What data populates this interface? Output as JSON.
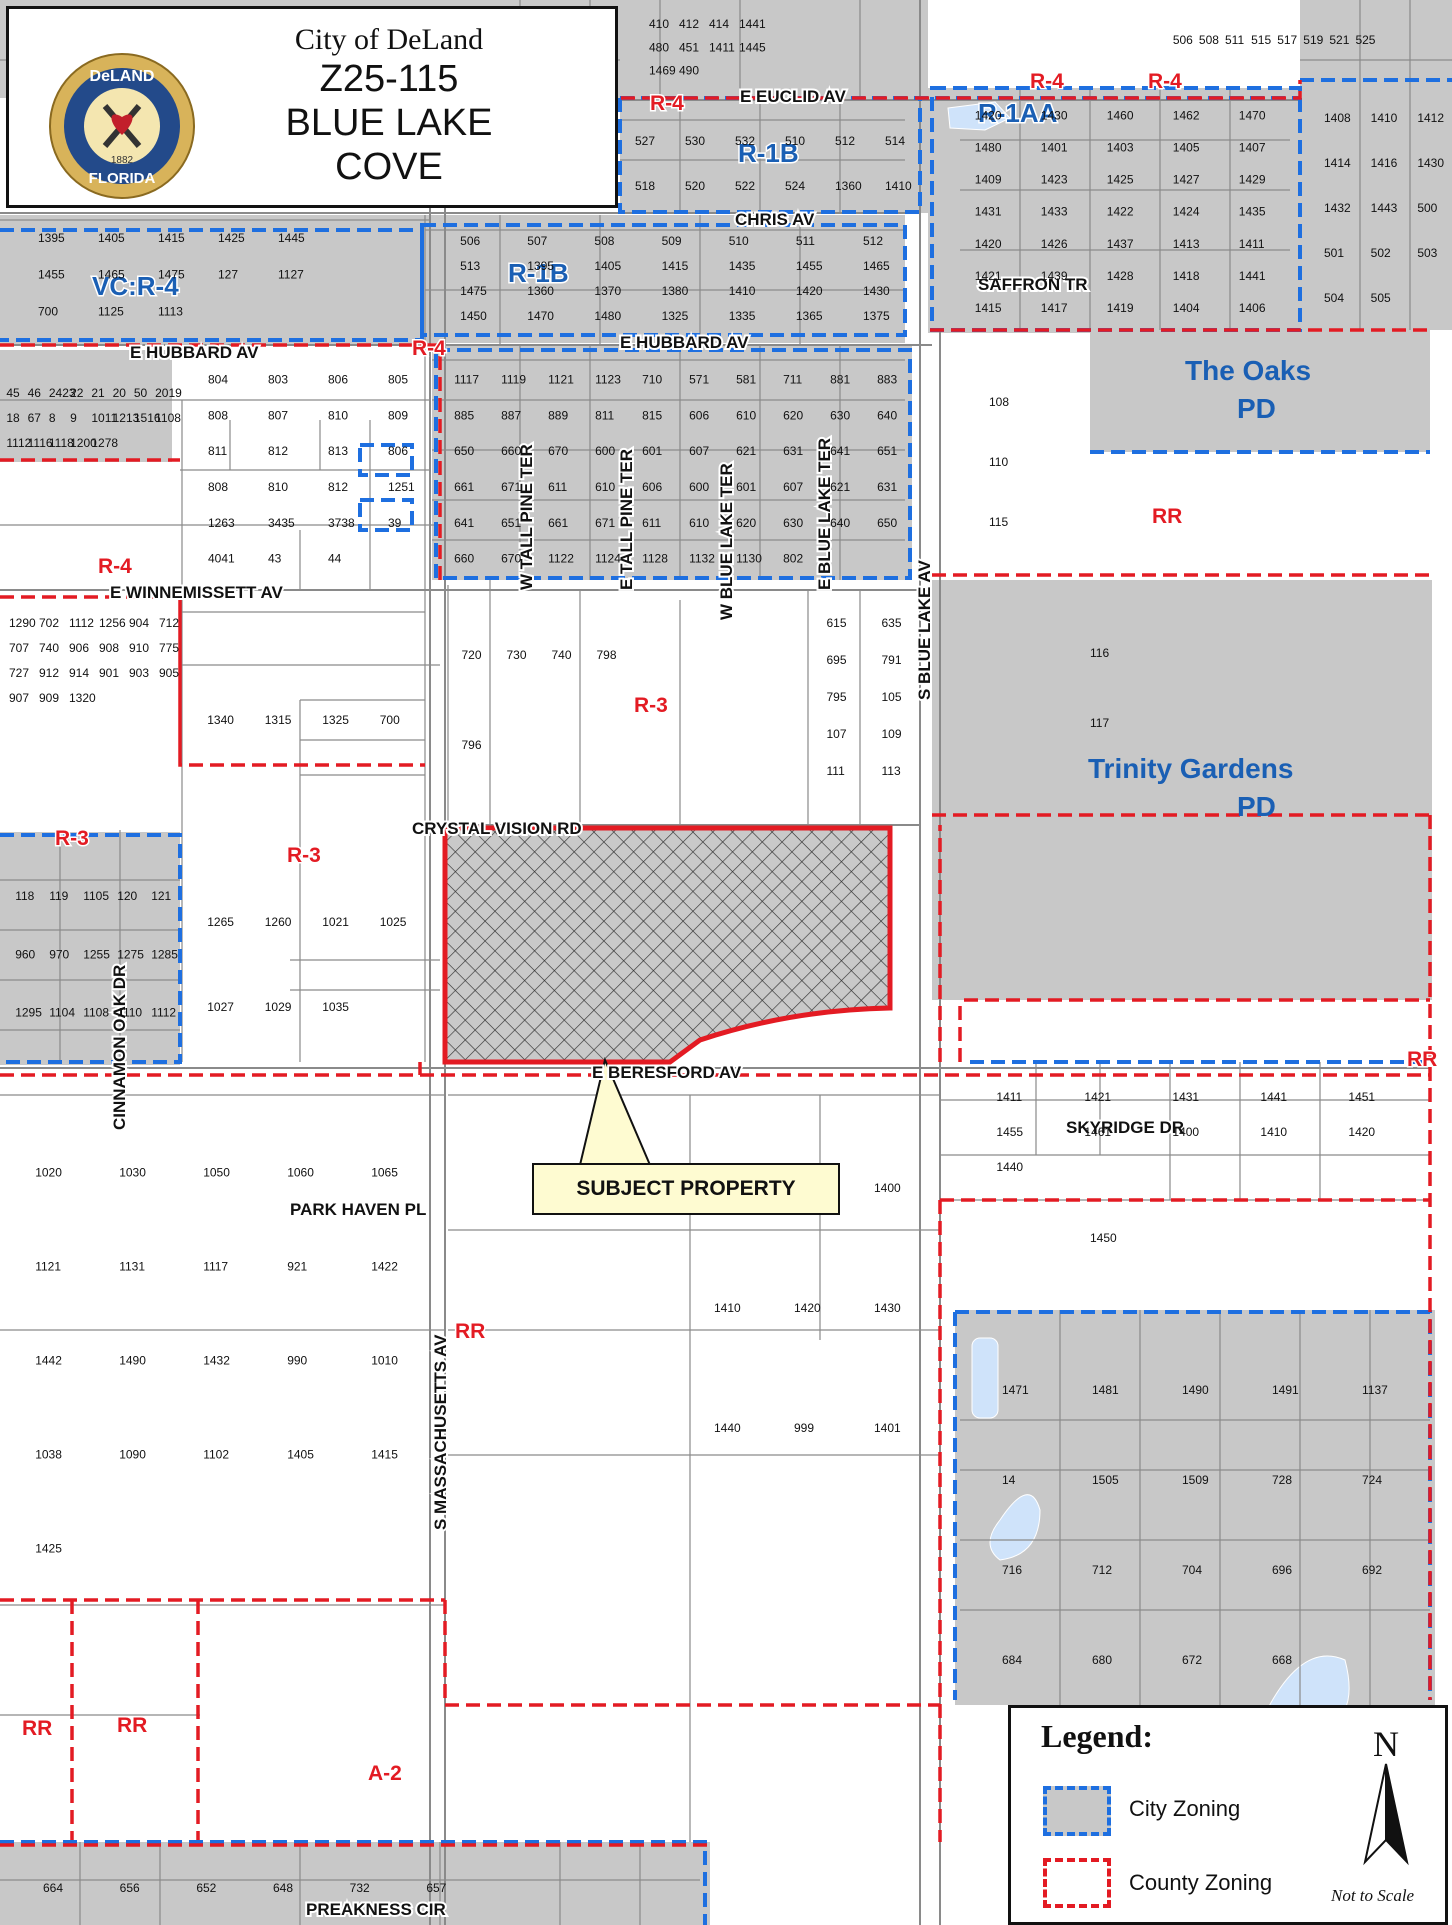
{
  "title": {
    "seal": {
      "name": "DeLAND",
      "state": "FLORIDA",
      "year": "1882"
    },
    "city": "City of DeLand",
    "case_number": "Z25-115",
    "project_line1": "BLUE LAKE",
    "project_line2": "COVE"
  },
  "callout": {
    "label": "SUBJECT PROPERTY"
  },
  "legend": {
    "title": "Legend:",
    "items": [
      {
        "label": "City Zoning",
        "fill": "#c8c8c8",
        "border": "#1e6fe0"
      },
      {
        "label": "County Zoning",
        "fill": "#ffffff",
        "border": "#e31b23"
      }
    ],
    "north_letter": "N",
    "scale_note": "Not to Scale"
  },
  "colors": {
    "city_zoning": "#1e6fe0",
    "county_zoning": "#e31b23",
    "parcel_gray": "#c8c8c8",
    "subject_outline": "#e31b23",
    "water": "#cfe3fa"
  },
  "roads": {
    "euclid": "E EUCLID AV",
    "chris": "CHRIS AV",
    "saffron": "SAFFRON TR",
    "hubbard_w": "E HUBBARD AV",
    "hubbard_e": "E HUBBARD AV",
    "winnemissett": "E WINNEMISSETT AV",
    "crystal_vision": "CRYSTAL VISION RD",
    "beresford": "E BERESFORD AV",
    "skyridge": "SKYRIDGE DR",
    "park_haven": "PARK HAVEN PL",
    "preakness": "PREAKNESS CIR",
    "w_tall_pine": "W TALL PINE TER",
    "e_tall_pine": "E TALL PINE TER",
    "w_blue_lake": "W BLUE LAKE TER",
    "e_blue_lake": "E BLUE LAKE TER",
    "s_blue_lake": "S BLUE LAKE AV",
    "massachusetts": "S MASSACHUSETTS AV",
    "cinnamon_oak": "CINNAMON OAK DR"
  },
  "zoning_labels": {
    "r4_euclid": "R-4",
    "r4_top1": "R-4",
    "r4_top2": "R-4",
    "r1aa": "R-1AA",
    "r1b_top": "R-1B",
    "r1b_mid": "R-1B",
    "vc_r4": "VC:R-4",
    "r4_hubbard": "R-4",
    "r4_west": "R-4",
    "oaks_pd_1": "The Oaks",
    "oaks_pd_2": "PD",
    "rr_east": "RR",
    "r3_center": "R-3",
    "trinity_1": "Trinity Gardens",
    "trinity_2": "PD",
    "r3_westtop": "R-3",
    "r3_west": "R-3",
    "rr_edge": "RR",
    "rr_mass": "RR",
    "rr_sw1": "RR",
    "rr_sw2": "RR",
    "a2": "A-2"
  },
  "parcels": [
    "410",
    "412",
    "414",
    "1441",
    "480",
    "451",
    "1411",
    "1445",
    "1469",
    "490",
    "506",
    "508",
    "511",
    "515",
    "517",
    "519",
    "521",
    "525",
    "527",
    "530",
    "532",
    "510",
    "512",
    "514",
    "518",
    "520",
    "522",
    "524",
    "1360",
    "1410",
    "1420",
    "1430",
    "1460",
    "1462",
    "1470",
    "1480",
    "1401",
    "1403",
    "1405",
    "1407",
    "1409",
    "1423",
    "1425",
    "1427",
    "1429",
    "1431",
    "1433",
    "1422",
    "1424",
    "1435",
    "1420",
    "1426",
    "1437",
    "1413",
    "1411",
    "1421",
    "1439",
    "1428",
    "1418",
    "1441",
    "1415",
    "1417",
    "1419",
    "1404",
    "1406",
    "1408",
    "1410",
    "1412",
    "1414",
    "1416",
    "1430",
    "1432",
    "1443",
    "500",
    "501",
    "502",
    "503",
    "504",
    "505",
    "506",
    "507",
    "508",
    "509",
    "510",
    "511",
    "512",
    "513",
    "1395",
    "1405",
    "1415",
    "1435",
    "1455",
    "1465",
    "1475",
    "1360",
    "1370",
    "1380",
    "1410",
    "1420",
    "1430",
    "1450",
    "1470",
    "1480",
    "1325",
    "1335",
    "1365",
    "1375",
    "1395",
    "1405",
    "1415",
    "1425",
    "1445",
    "1455",
    "1465",
    "1475",
    "127",
    "1127",
    "700",
    "1125",
    "1113",
    "1117",
    "1119",
    "1121",
    "1123",
    "710",
    "571",
    "581",
    "711",
    "881",
    "883",
    "885",
    "887",
    "889",
    "811",
    "815",
    "606",
    "610",
    "620",
    "630",
    "640",
    "650",
    "660",
    "670",
    "600",
    "601",
    "607",
    "621",
    "631",
    "641",
    "651",
    "661",
    "671",
    "611",
    "610",
    "606",
    "600",
    "601",
    "607",
    "621",
    "631",
    "641",
    "651",
    "661",
    "671",
    "611",
    "610",
    "620",
    "630",
    "640",
    "650",
    "660",
    "670",
    "1122",
    "1124",
    "1128",
    "1132",
    "1130",
    "802",
    "804",
    "803",
    "806",
    "805",
    "808",
    "807",
    "810",
    "809",
    "811",
    "812",
    "813",
    "806",
    "808",
    "810",
    "812",
    "1251",
    "1263",
    "3435",
    "3738",
    "39",
    "4041",
    "43",
    "44",
    "45",
    "46",
    "2423",
    "22",
    "21",
    "20",
    "50",
    "2019",
    "18",
    "67",
    "8",
    "9",
    "1011",
    "1213",
    "1516",
    "1108",
    "1112",
    "1116",
    "1118",
    "1200",
    "1278",
    "1290",
    "702",
    "1112",
    "1256",
    "904",
    "712",
    "707",
    "740",
    "906",
    "908",
    "910",
    "775",
    "727",
    "912",
    "914",
    "901",
    "903",
    "905",
    "907",
    "909",
    "1320",
    "1340",
    "1315",
    "1325",
    "700",
    "720",
    "730",
    "740",
    "798",
    "796",
    "615",
    "635",
    "695",
    "791",
    "795",
    "105",
    "107",
    "109",
    "111",
    "113",
    "108",
    "110",
    "115",
    "116",
    "117",
    "118",
    "119",
    "1105",
    "120",
    "121",
    "960",
    "970",
    "1255",
    "1275",
    "1285",
    "1295",
    "1104",
    "1108",
    "1110",
    "1112",
    "1265",
    "1260",
    "1021",
    "1025",
    "1027",
    "1029",
    "1035",
    "1020",
    "1030",
    "1050",
    "1060",
    "1065",
    "1121",
    "1131",
    "1117",
    "921",
    "1422",
    "1442",
    "1490",
    "1432",
    "990",
    "1010",
    "1038",
    "1090",
    "1102",
    "1405",
    "1415",
    "1425",
    "1437",
    "1445",
    "1400",
    "1410",
    "1420",
    "1430",
    "1440",
    "999",
    "1401",
    "1411",
    "1421",
    "1431",
    "1441",
    "1451",
    "1455",
    "1461",
    "1400",
    "1410",
    "1420",
    "1440",
    "1450",
    "1471",
    "1481",
    "1490",
    "1491",
    "1137",
    "14",
    "1505",
    "1509",
    "728",
    "724",
    "716",
    "712",
    "704",
    "696",
    "692",
    "684",
    "680",
    "672",
    "668",
    "664",
    "656",
    "652",
    "648",
    "732",
    "657"
  ]
}
